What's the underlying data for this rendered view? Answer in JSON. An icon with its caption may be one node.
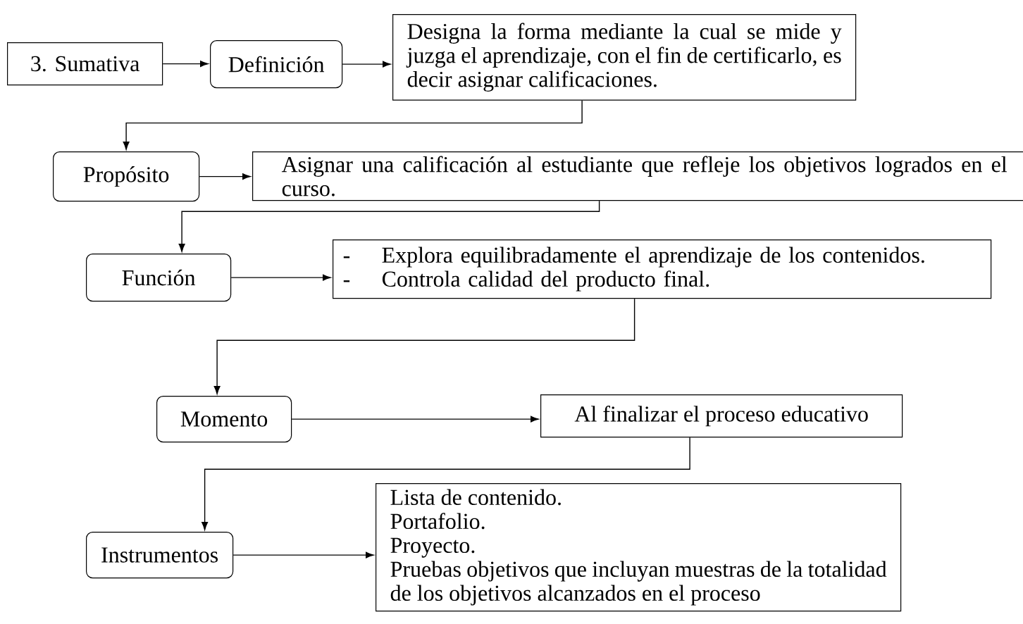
{
  "diagram": {
    "nodes": [
      {
        "text": [
          "3.  Sumativa"
        ]
      },
      {
        "text": [
          "Definición"
        ]
      },
      {
        "text": [
          "Designa la forma mediante la cual se mide y juzga el aprendizaje, con el fin de certificarlo, es decir asignar calificaciones."
        ]
      },
      {
        "text": [
          "Propósito"
        ]
      },
      {
        "text": [
          "Asignar una calificación al estudiante que refleje los objetivos logrados en el curso."
        ]
      },
      {
        "text": [
          "Función"
        ]
      },
      {
        "text": [
          "Explora equilibradamente el aprendizaje de los  contenidos.",
          "Controla calidad del producto final."
        ]
      },
      {
        "text": [
          "Momento"
        ]
      },
      {
        "text": [
          "Al finalizar el proceso educativo"
        ]
      },
      {
        "text": [
          "Instrumentos"
        ]
      },
      {
        "text": [
          "Lista de contenido.",
          "Portafolio.",
          "Proyecto.",
          "Pruebas objetivos que incluyan muestras de la totalidad de los objetivos alcanzados en el proceso"
        ]
      }
    ],
    "edges": [
      {
        "from": 0,
        "to": 1,
        "arrow": "to"
      },
      {
        "from": 1,
        "to": 2,
        "arrow": "to"
      },
      {
        "from": 2,
        "to": 3,
        "arrow": "to"
      },
      {
        "from": 3,
        "to": 4,
        "arrow": "to"
      },
      {
        "from": 4,
        "to": 5,
        "arrow": "to"
      },
      {
        "from": 5,
        "to": 6,
        "arrow": "to"
      },
      {
        "from": 6,
        "to": 7,
        "arrow": "to"
      },
      {
        "from": 7,
        "to": 8,
        "arrow": "to"
      },
      {
        "from": 8,
        "to": 9,
        "arrow": "to"
      },
      {
        "from": 9,
        "to": 10,
        "arrow": "to"
      }
    ],
    "labels": [
      "-",
      "-"
    ]
  }
}
